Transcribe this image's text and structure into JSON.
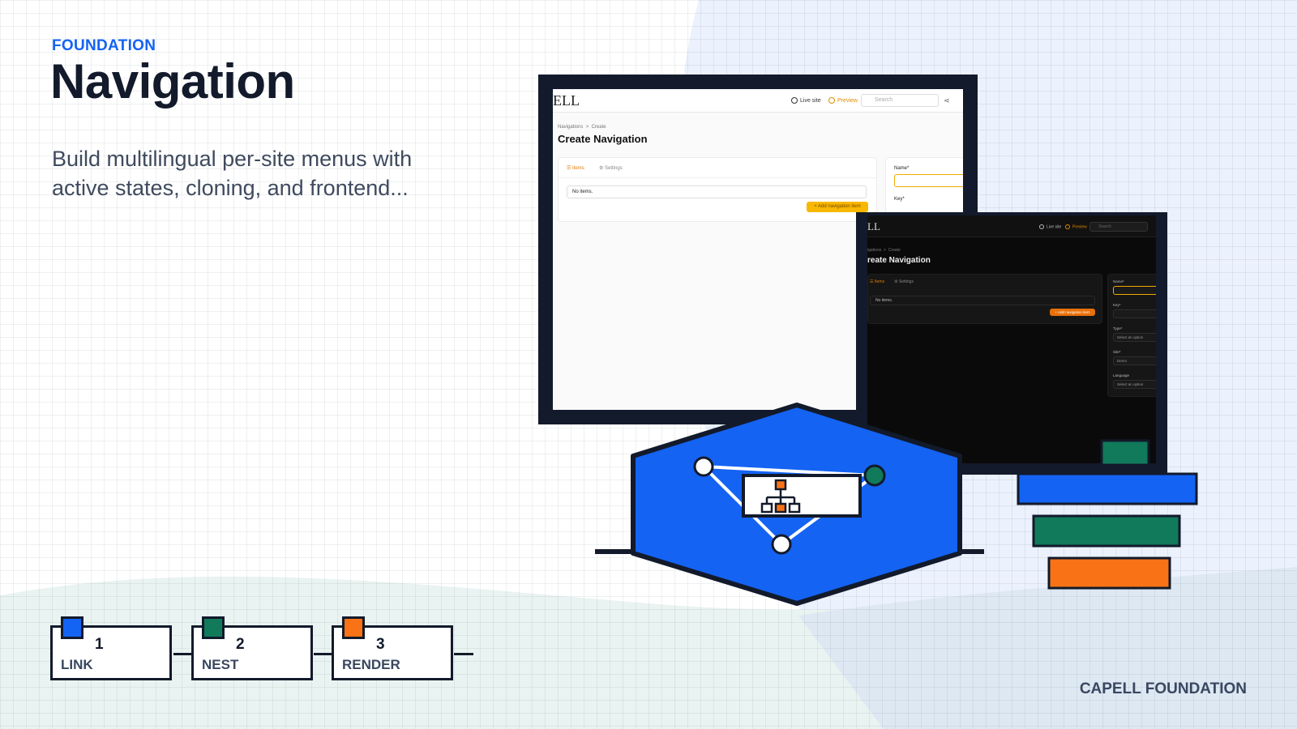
{
  "eyebrow": "FOUNDATION",
  "title": "Navigation",
  "description": "Build multilingual per-site menus with active states, cloning, and frontend...",
  "footer": "CAPELL FOUNDATION",
  "colors": {
    "accent_blue": "#1463f3",
    "accent_green": "#117a5b",
    "accent_orange": "#f97316",
    "ink": "#121a2b"
  },
  "steps": [
    {
      "number": "1",
      "label": "LINK",
      "color": "#1463f3"
    },
    {
      "number": "2",
      "label": "NEST",
      "color": "#117a5b"
    },
    {
      "number": "3",
      "label": "RENDER",
      "color": "#f97316"
    }
  ],
  "light_screenshot": {
    "logo": "ELL",
    "live_site": "Live site",
    "preview": "Preview",
    "search_placeholder": "Search",
    "breadcrumb_1": "Navigations",
    "breadcrumb_sep": ">",
    "breadcrumb_2": "Create",
    "page_title": "Create Navigation",
    "tab_items": "Items",
    "tab_settings": "Settings",
    "no_items": "No items.",
    "add_button": "+ Add navigation item",
    "field_name": "Name*",
    "field_key": "Key*"
  },
  "dark_screenshot": {
    "logo": "LL",
    "live_site": "Live site",
    "preview": "Preview",
    "search_placeholder": "Search",
    "breadcrumb_1": "igations",
    "breadcrumb_sep": ">",
    "breadcrumb_2": "Create",
    "page_title": "reate Navigation",
    "tab_items": "Items",
    "tab_settings": "Settings",
    "no_items": "No items.",
    "add_button": "+ Add navigation item",
    "field_name": "Name*",
    "field_key": "Key*",
    "field_type": "Type*",
    "type_value": "Select an option",
    "field_site": "Site*",
    "site_value": "Demo",
    "field_language": "Language",
    "language_value": "Select an option"
  },
  "icons": [
    "sitemap-icon",
    "share-icon",
    "search-icon",
    "eye-icon",
    "globe-icon",
    "list-icon",
    "gear-icon"
  ]
}
